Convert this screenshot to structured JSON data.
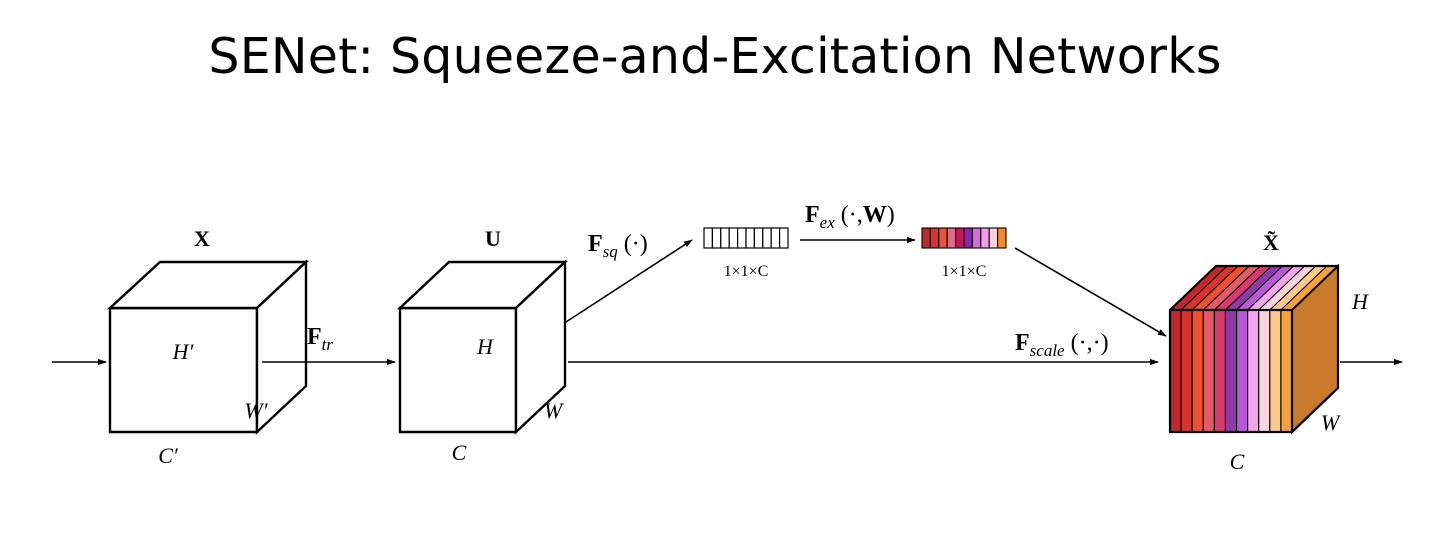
{
  "title": "SENet: Squeeze-and-Excitation Networks",
  "cube_x": {
    "label": "X",
    "height": "H′",
    "width": "W′",
    "channels": "C′"
  },
  "cube_u": {
    "label": "U",
    "height": "H",
    "width": "W",
    "channels": "C"
  },
  "cube_out": {
    "label": "X̃",
    "height": "H",
    "width": "W",
    "channels": "C"
  },
  "op_tr": {
    "main": "F",
    "sub": "tr",
    "args": ""
  },
  "op_sq": {
    "main": "F",
    "sub": "sq",
    "args": " (·)"
  },
  "op_ex": {
    "main": "F",
    "sub": "ex",
    "args": " (·,",
    "weight": "W",
    "close": ")"
  },
  "op_scale": {
    "main": "F",
    "sub": "scale",
    "args": " (·,·)"
  },
  "vec_squeeze": {
    "dims": "1×1×C"
  },
  "vec_excite": {
    "dims": "1×1×C",
    "colors": [
      "#c1272d",
      "#d9342b",
      "#e8553a",
      "#e06a8e",
      "#c2185b",
      "#8e24aa",
      "#d96ad9",
      "#f2a0e6",
      "#f8d0e0",
      "#f28c28"
    ]
  },
  "slab_colors": [
    "#c1272d",
    "#d9342b",
    "#f0502e",
    "#e05a6a",
    "#d63a6f",
    "#8e3aa8",
    "#b85ad6",
    "#f0a6e8",
    "#f8d4dc",
    "#f8c98a",
    "#f5a23a"
  ],
  "slab_side_color": "#c97a2a"
}
